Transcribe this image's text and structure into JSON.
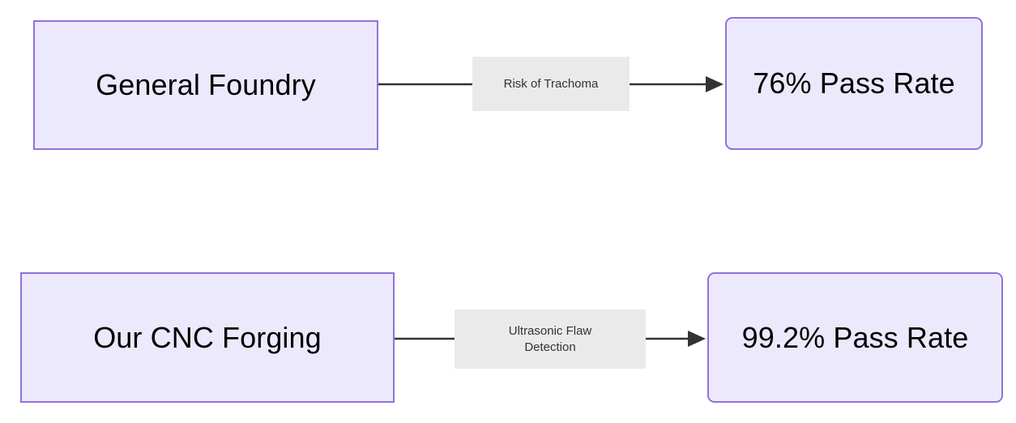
{
  "diagram": {
    "type": "flowchart",
    "direction": "left-to-right",
    "background_color": "#ffffff",
    "node_fill_color": "#ECE9FC",
    "node_border_color": "#9370DB",
    "edge_color": "#333333",
    "edge_label_background": "#EAEAEA",
    "nodes": [
      {
        "id": "general-foundry",
        "label": "General Foundry",
        "shape": "rectangle",
        "row": 1,
        "column": "left"
      },
      {
        "id": "pass-rate-76",
        "label": "76% Pass Rate",
        "shape": "rounded-rectangle",
        "row": 1,
        "column": "right"
      },
      {
        "id": "cnc-forging",
        "label": "Our CNC Forging",
        "shape": "rectangle",
        "row": 2,
        "column": "left"
      },
      {
        "id": "pass-rate-992",
        "label": "99.2% Pass Rate",
        "shape": "rounded-rectangle",
        "row": 2,
        "column": "right"
      }
    ],
    "edges": [
      {
        "id": "edge-risk",
        "from": "general-foundry",
        "to": "pass-rate-76",
        "label": "Risk of Trachoma",
        "label_lines": [
          "Risk of Trachoma"
        ],
        "arrow": "end"
      },
      {
        "id": "edge-ultrasonic",
        "from": "cnc-forging",
        "to": "pass-rate-992",
        "label": "Ultrasonic Flaw Detection",
        "label_lines": [
          "Ultrasonic Flaw",
          "Detection"
        ],
        "arrow": "end"
      }
    ]
  }
}
